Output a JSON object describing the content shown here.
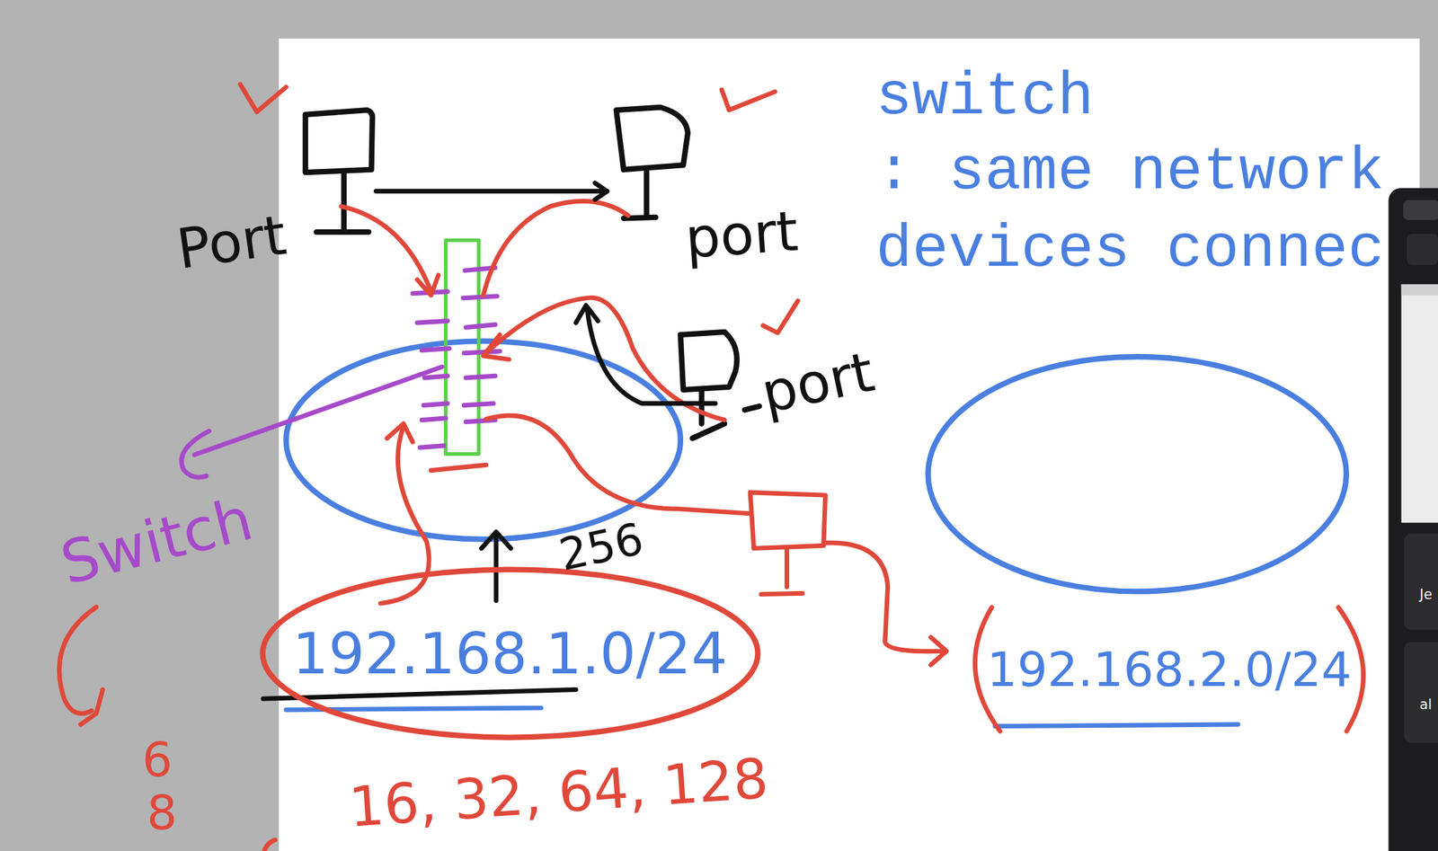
{
  "diagram": {
    "nodes": [
      {
        "text": [
          "Port"
        ]
      },
      {
        "text": [
          "port"
        ]
      },
      {
        "text": [
          "port"
        ]
      },
      {
        "text": [
          "192.168.1.0/24"
        ]
      },
      {
        "text": [
          "192.168.2.0/24"
        ]
      }
    ],
    "edges": [
      {
        "from": 0,
        "to": 1,
        "arrow": "to"
      }
    ],
    "labels": [
      "switch",
      ": same network",
      "devices connec",
      "Switch",
      "256",
      "6",
      "8",
      "16, 32, 64, 128",
      "Je",
      "al"
    ]
  }
}
